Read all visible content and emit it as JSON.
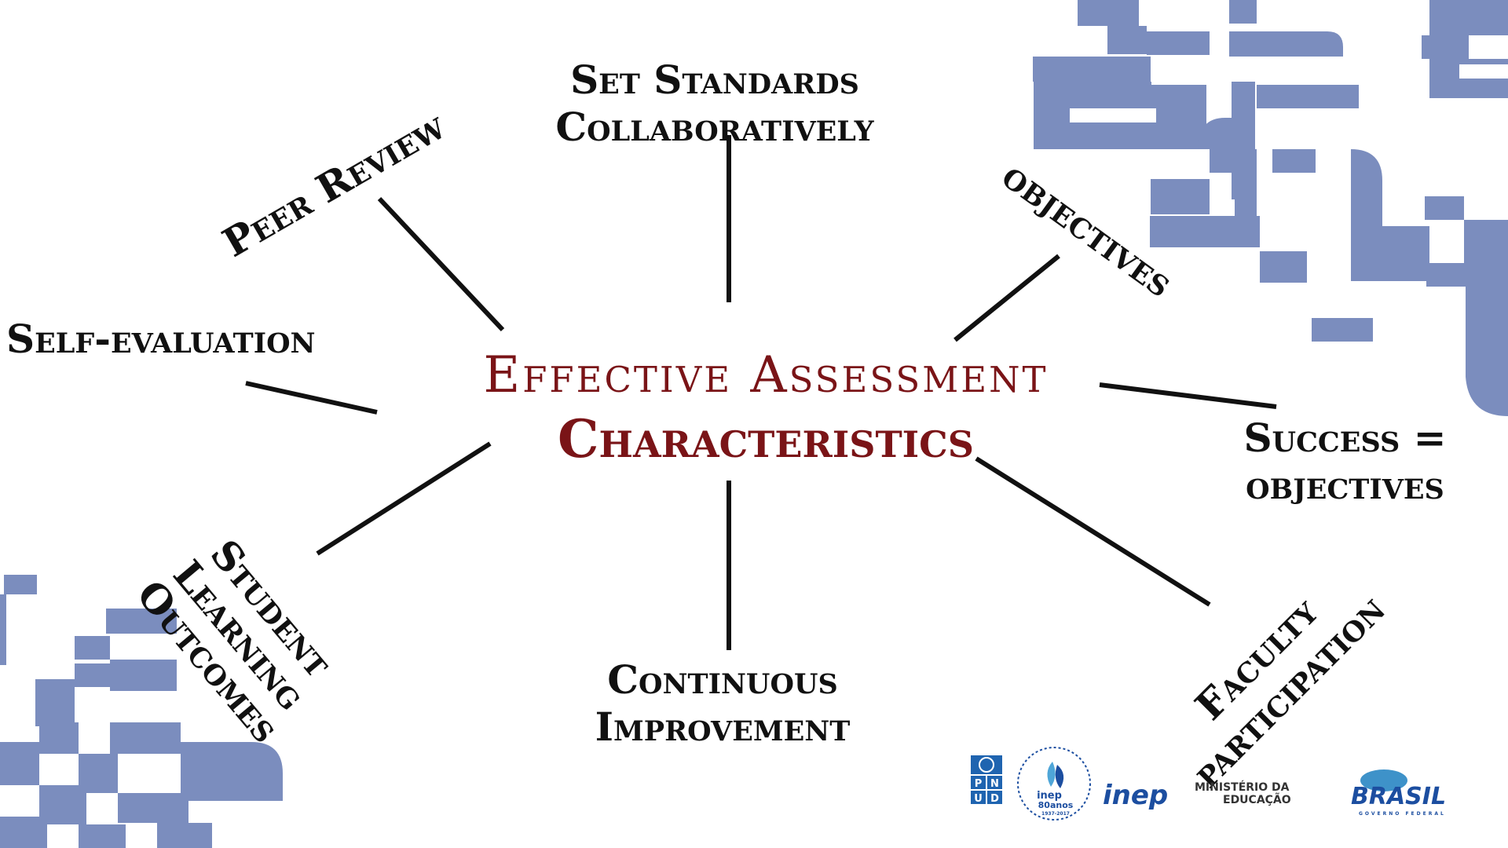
{
  "title": {
    "line1": "Effective Assessment",
    "line2": "Characteristics",
    "color": "#7a1417"
  },
  "nodes": {
    "set_standards": [
      "Set Standards",
      "Collaboratively"
    ],
    "peer_review": [
      "Peer Review"
    ],
    "objectives": [
      "objectives"
    ],
    "self_evaluation": [
      "Self-evaluation"
    ],
    "success_objectives": [
      "Success =",
      "objectives"
    ],
    "student_outcomes": [
      "Student",
      "Learning",
      "Outcomes"
    ],
    "continuous_improvement": [
      "Continuous",
      "Improvement"
    ],
    "faculty_participation": [
      "Faculty",
      "participation"
    ]
  },
  "logos": {
    "pnud": [
      "P",
      "N",
      "U",
      "D"
    ],
    "inep80_name": "inep",
    "inep80_years": "80anos",
    "inep80_range": "1937-2017",
    "inep": "inep",
    "ministerio_line1": "MINISTÉRIO DA",
    "ministerio_line2": "EDUCAÇÃO",
    "brasil": "BRASIL",
    "governo": "GOVERNO FEDERAL"
  },
  "colors": {
    "decor_blue": "#7b8dbe",
    "line": "#111111",
    "pnud_blue": "#1f64b0",
    "inep_blue": "#1c4ea0"
  }
}
